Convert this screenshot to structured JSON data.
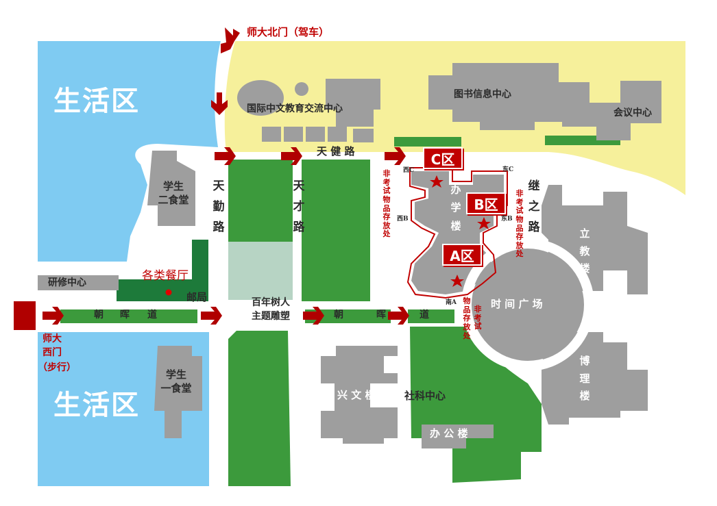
{
  "colors": {
    "water": "#7fcbf2",
    "campus_north": "#f6f09b",
    "lawn": "#3c9a3c",
    "lawn_light": "#b7d4c4",
    "building": "#9e9e9e",
    "accent": "#b00000",
    "text": "#2b2b2b"
  },
  "gates": {
    "north": "师大北门（驾车）",
    "west_line1": "师大",
    "west_line2": "西门",
    "west_line3": "（步行）"
  },
  "zones": {
    "living_north": "生活区",
    "living_south": "生活区"
  },
  "buildings": {
    "intl_center": "国际中文教育交流中心",
    "library": "图书信息中心",
    "conference": "会议中心",
    "canteen2": "学生\n二食堂",
    "canteen1": "学生\n一食堂",
    "training_center": "研修中心",
    "restaurants": "各类餐厅",
    "post_office": "邮局",
    "sculpture": "百年树人\n主题雕塑",
    "admin_building": "办\n学\n楼",
    "liren": "立\n教\n楼",
    "boli": "博\n理\n楼",
    "time_square": "时 间 广 场",
    "xingwen": "兴 文 楼",
    "social_science": "社科中心",
    "office": "办 公 楼"
  },
  "roads": {
    "tianjian": "天 健 路",
    "tianqin": "天\n勤\n路",
    "tiancai": "天\n才\n路",
    "jizhi": "继\n之\n路",
    "zhaohui_1": "朝",
    "zhaohui_2": "晖",
    "zhaohui_3": "道"
  },
  "exam": {
    "zone_c": "C区",
    "zone_b": "B区",
    "zone_a": "A区",
    "west_c": "西C",
    "east_c": "东C",
    "west_b": "西B",
    "east_b": "东B",
    "south_a": "南A",
    "storage_west": "非\n考\n试\n物\n品\n存\n放\n处",
    "storage_east": "非\n考\n试\n物\n品\n存\n放\n处",
    "storage_south_a": "物\n品\n存\n放\n处",
    "storage_south_b": "非\n考\n试"
  },
  "icons": {
    "arrow": "arrow-right-icon",
    "arrow_down": "arrow-down-icon",
    "exam_point": "star-icon",
    "location": "location-dot-icon"
  }
}
